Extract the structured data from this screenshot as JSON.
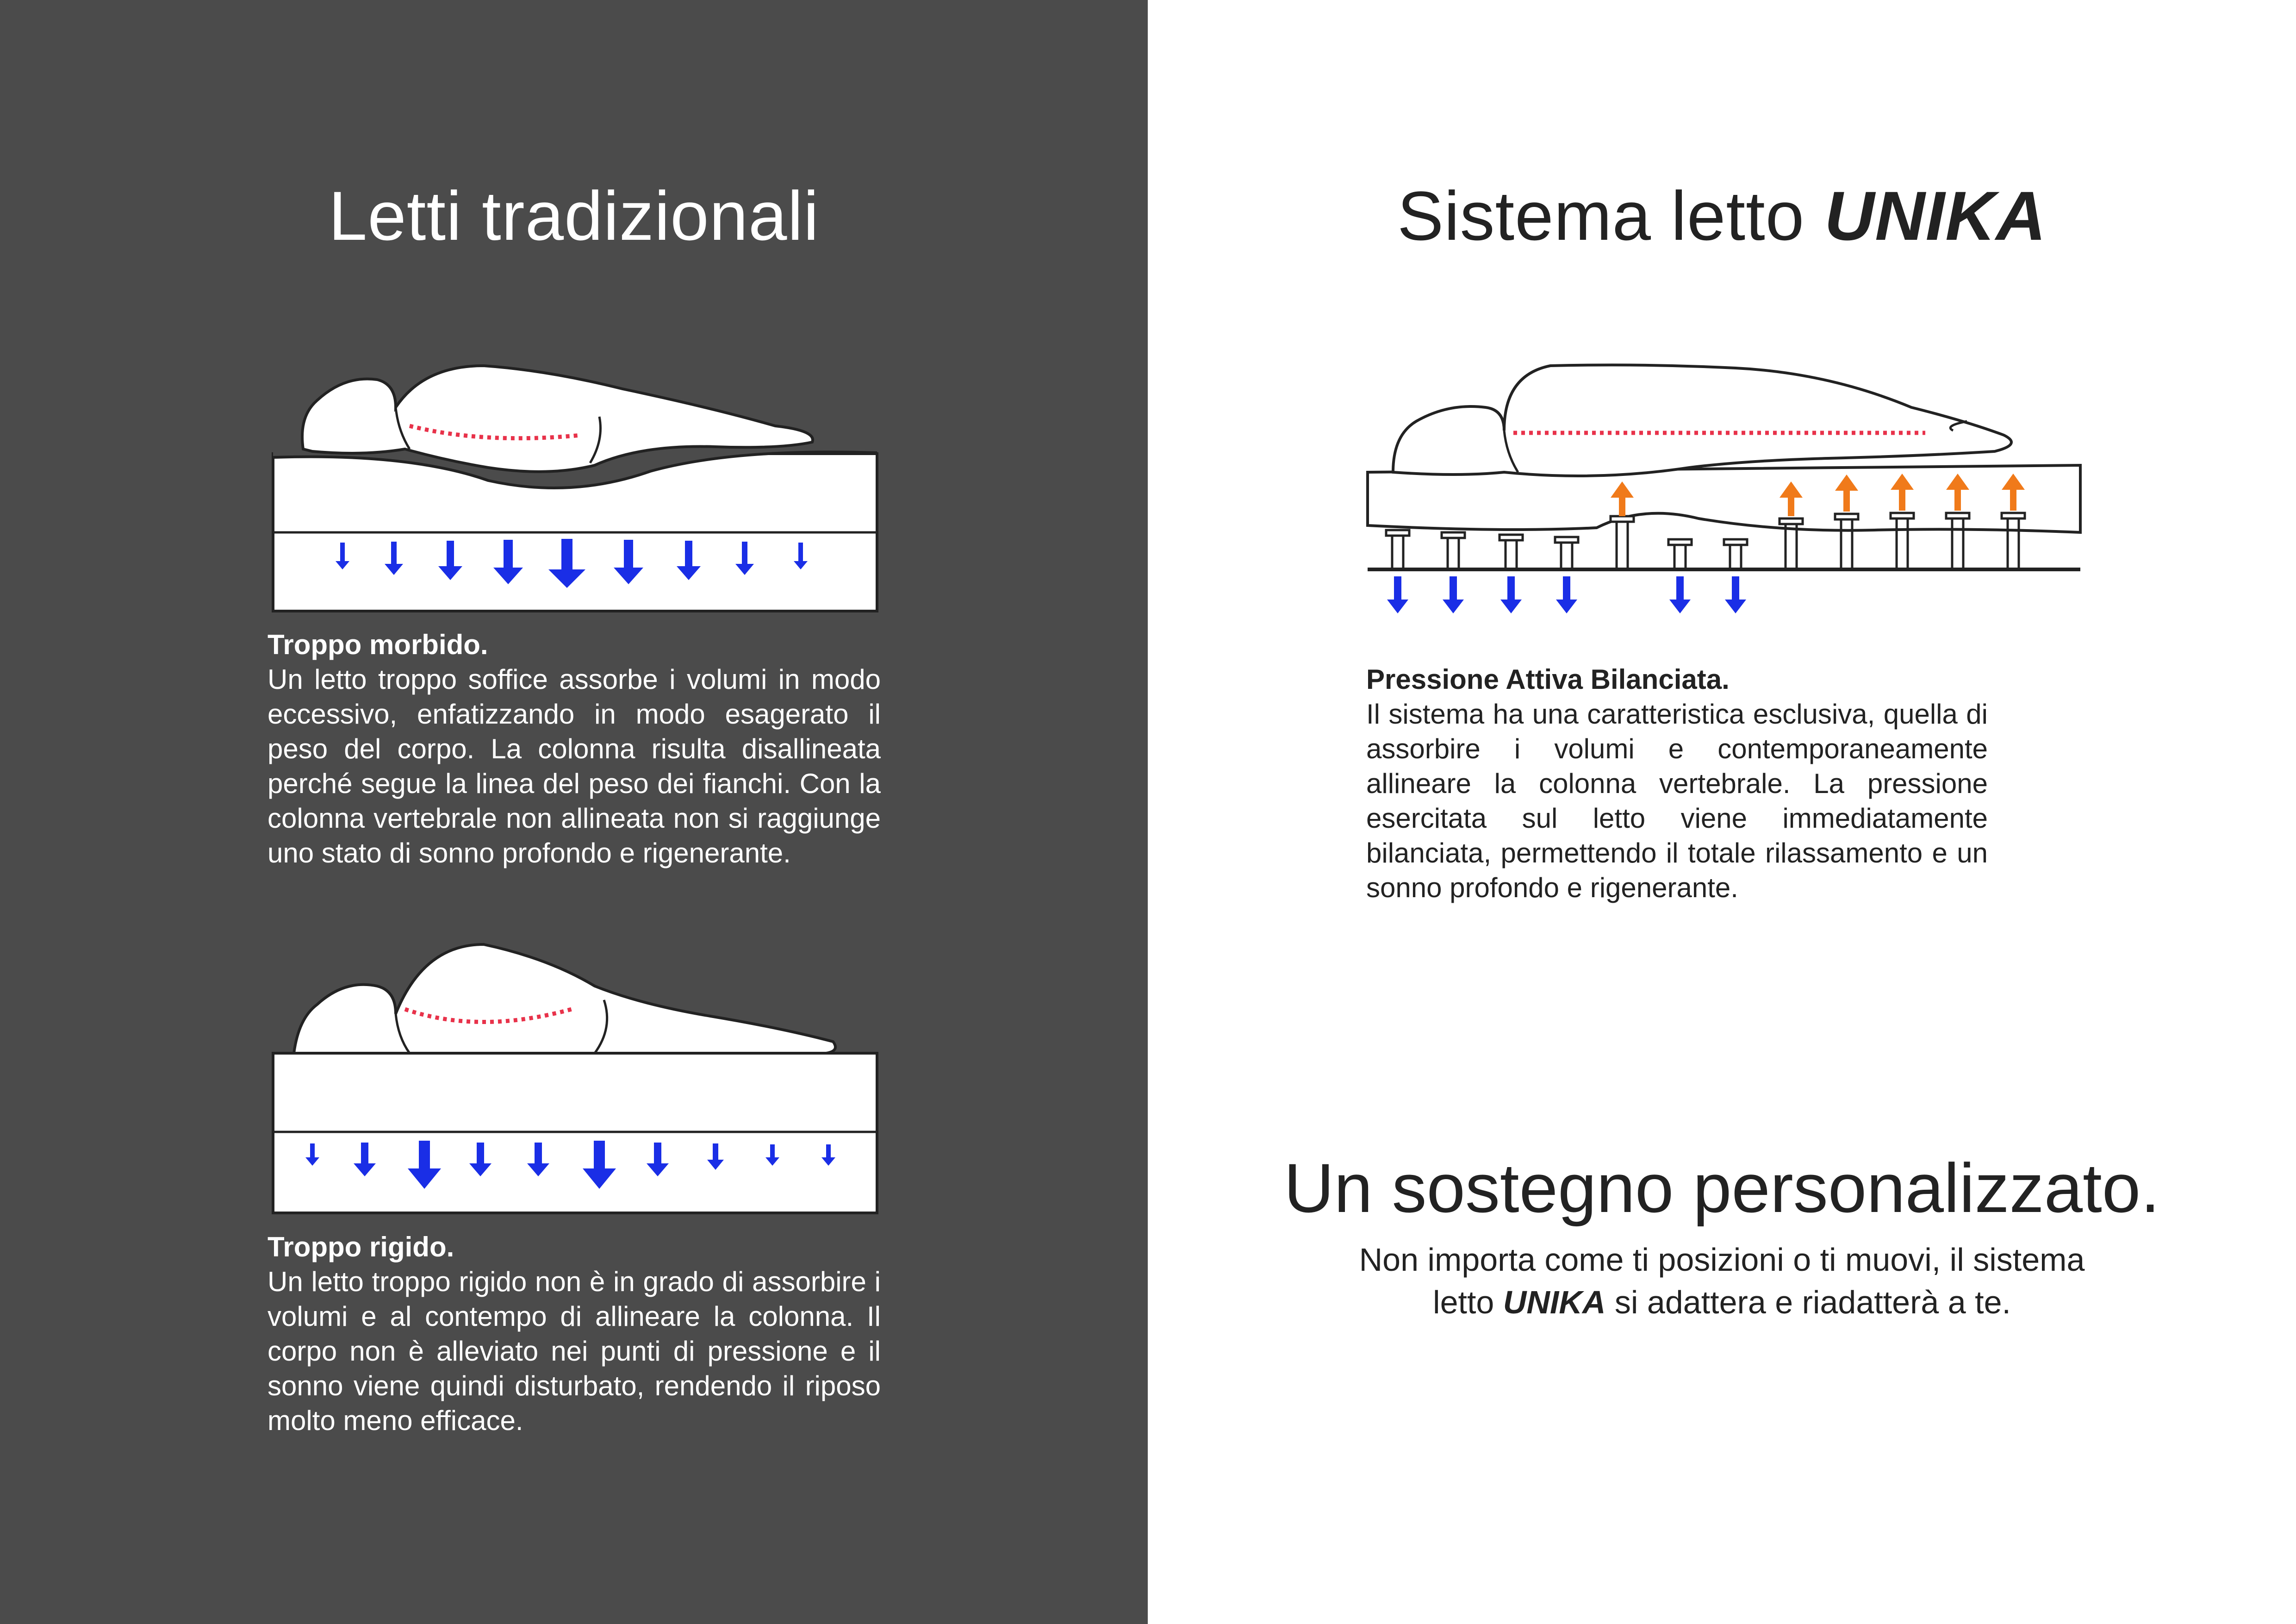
{
  "left": {
    "title": "Letti tradizionali",
    "soft": {
      "heading": "Troppo morbido.",
      "text": "Un letto troppo soffice assorbe i volumi in modo eccessivo, enfatizzando in modo esagerato il peso del corpo. La colonna risulta disallineata perché segue la linea del peso dei fianchi. Con la colonna vertebrale non allineata non si raggiunge uno stato di sonno profondo e rigenerante."
    },
    "rigid": {
      "heading": "Troppo rigido.",
      "text": "Un letto troppo rigido non è in grado di assorbire i volumi e al contempo di allineare la colonna. Il corpo non è alleviato nei punti di pressione e il sonno viene quindi disturbato, rendendo il riposo molto meno efficace."
    }
  },
  "right": {
    "title_prefix": "Sistema letto ",
    "brand": "UNIKA",
    "system": {
      "heading": "Pressione Attiva Bilanciata.",
      "text": "Il sistema ha una caratteristica esclusiva, quella di assorbire i volumi e contemporaneamente allineare la colonna vertebrale. La pressione esercitata sul letto viene immediatamente bilanciata, permettendo il totale rilassamento e un sonno profondo e rigenerante."
    },
    "tagline": "Un sostegno personalizzato.",
    "sub_line1": "Non importa come ti posizioni o ti muovi, il sistema",
    "sub_pre": "letto ",
    "sub_post": " si adattera e riadatterà a te."
  },
  "colors": {
    "left_bg": "#4b4b4b",
    "arrow_blue": "#1a2ee6",
    "arrow_orange": "#f07a1a",
    "spine_red": "#e8324a"
  }
}
